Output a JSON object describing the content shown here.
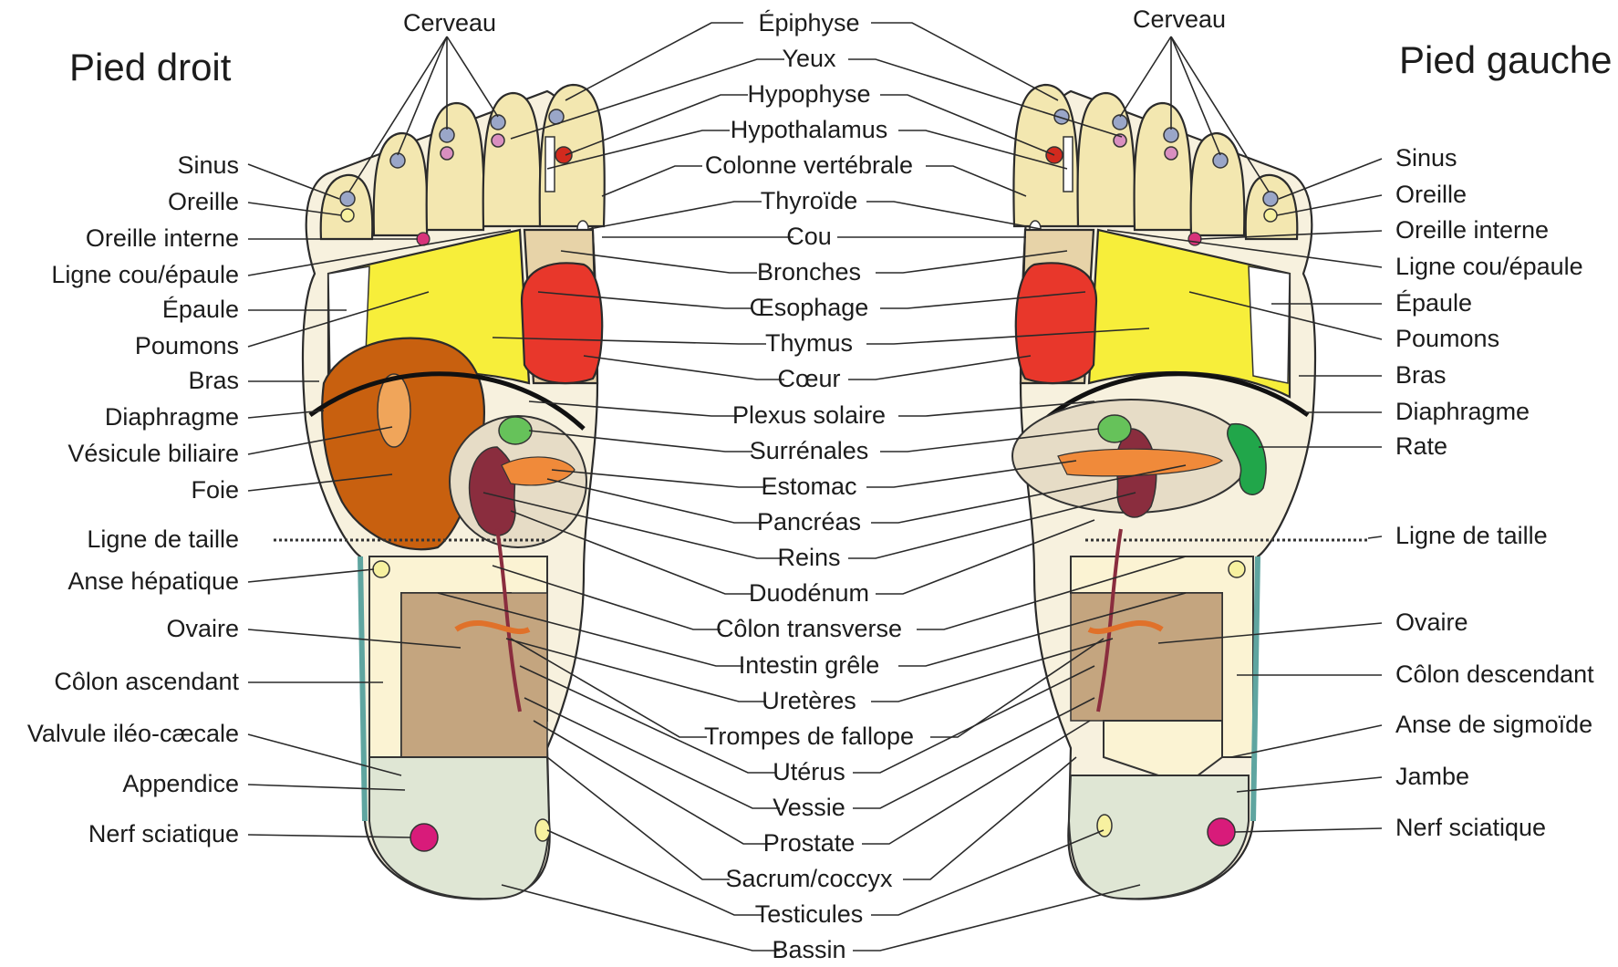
{
  "titles": {
    "right_foot": "Pied droit",
    "left_foot": "Pied gauche"
  },
  "left_labels": {
    "brain": "Cerveau",
    "sinus": "Sinus",
    "ear": "Oreille",
    "inner_ear": "Oreille interne",
    "neck_shoulder": "Ligne cou/épaule",
    "shoulder": "Épaule",
    "lungs": "Poumons",
    "arm": "Bras",
    "diaphragm": "Diaphragme",
    "gallbladder": "Vésicule biliaire",
    "liver": "Foie",
    "waistline": "Ligne de taille",
    "hepatic_flexure": "Anse hépatique",
    "ovary": "Ovaire",
    "ascending_colon": "Côlon ascendant",
    "ileocecal_valve": "Valvule iléo-cæcale",
    "appendix": "Appendice",
    "sciatic_nerve": "Nerf sciatique"
  },
  "center_labels": [
    "Épiphyse",
    "Yeux",
    "Hypophyse",
    "Hypothalamus",
    "Colonne vertébrale",
    "Thyroïde",
    "Cou",
    "Bronches",
    "Œsophage",
    "Thymus",
    "Cœur",
    "Plexus solaire",
    "Surrénales",
    "Estomac",
    "Pancréas",
    "Reins",
    "Duodénum",
    "Côlon transverse",
    "Intestin grêle",
    "Uretères",
    "Trompes de fallope",
    "Utérus",
    "Vessie",
    "Prostate",
    "Sacrum/coccyx",
    "Testicules",
    "Bassin"
  ],
  "right_labels": {
    "brain": "Cerveau",
    "sinus": "Sinus",
    "ear": "Oreille",
    "inner_ear": "Oreille interne",
    "neck_shoulder": "Ligne cou/épaule",
    "shoulder": "Épaule",
    "lungs": "Poumons",
    "arm": "Bras",
    "diaphragm": "Diaphragme",
    "spleen": "Rate",
    "waistline": "Ligne de taille",
    "ovary": "Ovaire",
    "descending_colon": "Côlon descendant",
    "sigmoid_flexure": "Anse de sigmoïde",
    "leg": "Jambe",
    "sciatic_nerve": "Nerf sciatique"
  },
  "colors": {
    "toes": "#f3e7b0",
    "shoulder_zone": "#f7ee3a",
    "heart": "#e8372b",
    "liver": "#c8600f",
    "stomach": "#f08a3a",
    "kidney": "#8a2d3e",
    "adrenal": "#66c25a",
    "spleen": "#21a64a",
    "intestine": "#c4a57f",
    "colon": "#fbf3d3",
    "heel": "#dfe6d4",
    "sciatic": "#d81b7a"
  }
}
